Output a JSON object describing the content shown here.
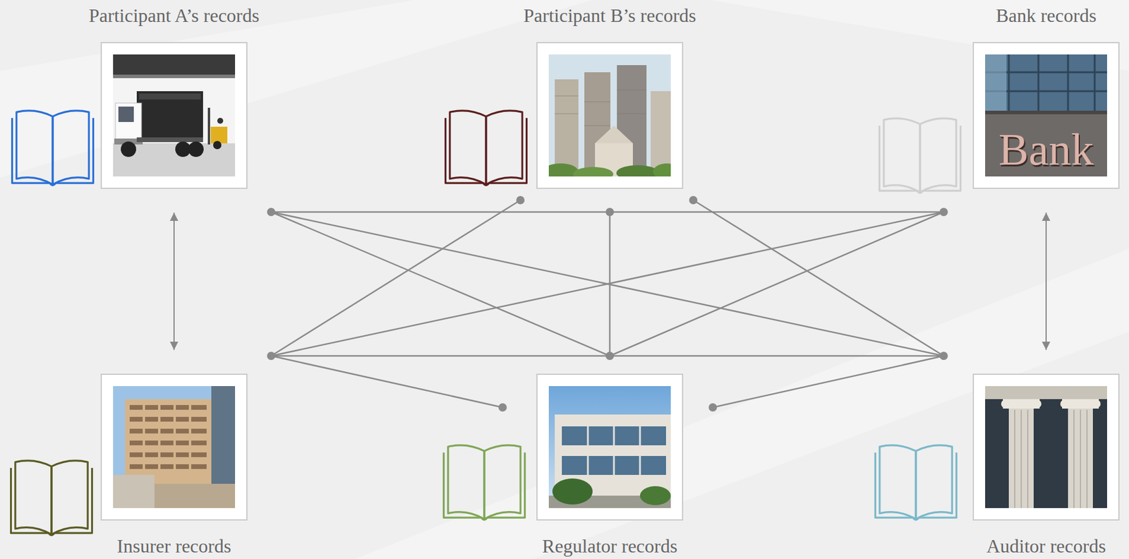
{
  "diagram": {
    "nodes": [
      {
        "text": [
          "Participant A’s records"
        ]
      },
      {
        "text": [
          "Participant B’s records"
        ]
      },
      {
        "text": [
          "Bank records"
        ]
      },
      {
        "text": [
          "Insurer records"
        ]
      },
      {
        "text": [
          "Regulator records"
        ]
      },
      {
        "text": [
          "Auditor records"
        ]
      }
    ],
    "edges": [
      {
        "from": 0,
        "to": 3,
        "arrow": "both"
      },
      {
        "from": 2,
        "to": 5,
        "arrow": "both"
      }
    ],
    "labels": [
      "Bank"
    ]
  }
}
